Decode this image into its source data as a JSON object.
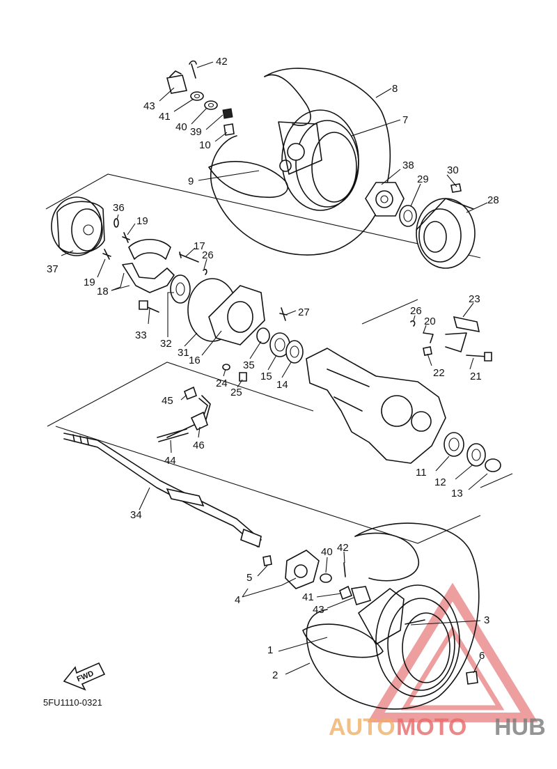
{
  "diagram_code": "5FU1110-0321",
  "direction_label": "FWD",
  "watermark": {
    "part1": "AUTO",
    "part2": "MOTO",
    "part3": "HUB",
    "colors": {
      "auto": "#f0b068",
      "moto": "#e86a6a",
      "hub": "#7a7a7a",
      "triangle": "#e05050"
    }
  },
  "callouts": {
    "n1": "1",
    "n2": "2",
    "n3": "3",
    "n4": "4",
    "n5": "5",
    "n6": "6",
    "n7": "7",
    "n8": "8",
    "n9": "9",
    "n10": "10",
    "n11": "11",
    "n12": "12",
    "n13": "13",
    "n14": "14",
    "n15": "15",
    "n16": "16",
    "n17": "17",
    "n18": "18",
    "n19a": "19",
    "n19b": "19",
    "n20": "20",
    "n21": "21",
    "n22": "22",
    "n23": "23",
    "n24": "24",
    "n25": "25",
    "n26a": "26",
    "n26b": "26",
    "n27": "27",
    "n28": "28",
    "n29": "29",
    "n30": "30",
    "n31": "31",
    "n32": "32",
    "n33": "33",
    "n34": "34",
    "n35": "35",
    "n36": "36",
    "n37": "37",
    "n38": "38",
    "n39": "39",
    "n40a": "40",
    "n40b": "40",
    "n41a": "41",
    "n41b": "41",
    "n42a": "42",
    "n42b": "42",
    "n43a": "43",
    "n43b": "43",
    "n44": "44",
    "n45": "45",
    "n46": "46"
  }
}
